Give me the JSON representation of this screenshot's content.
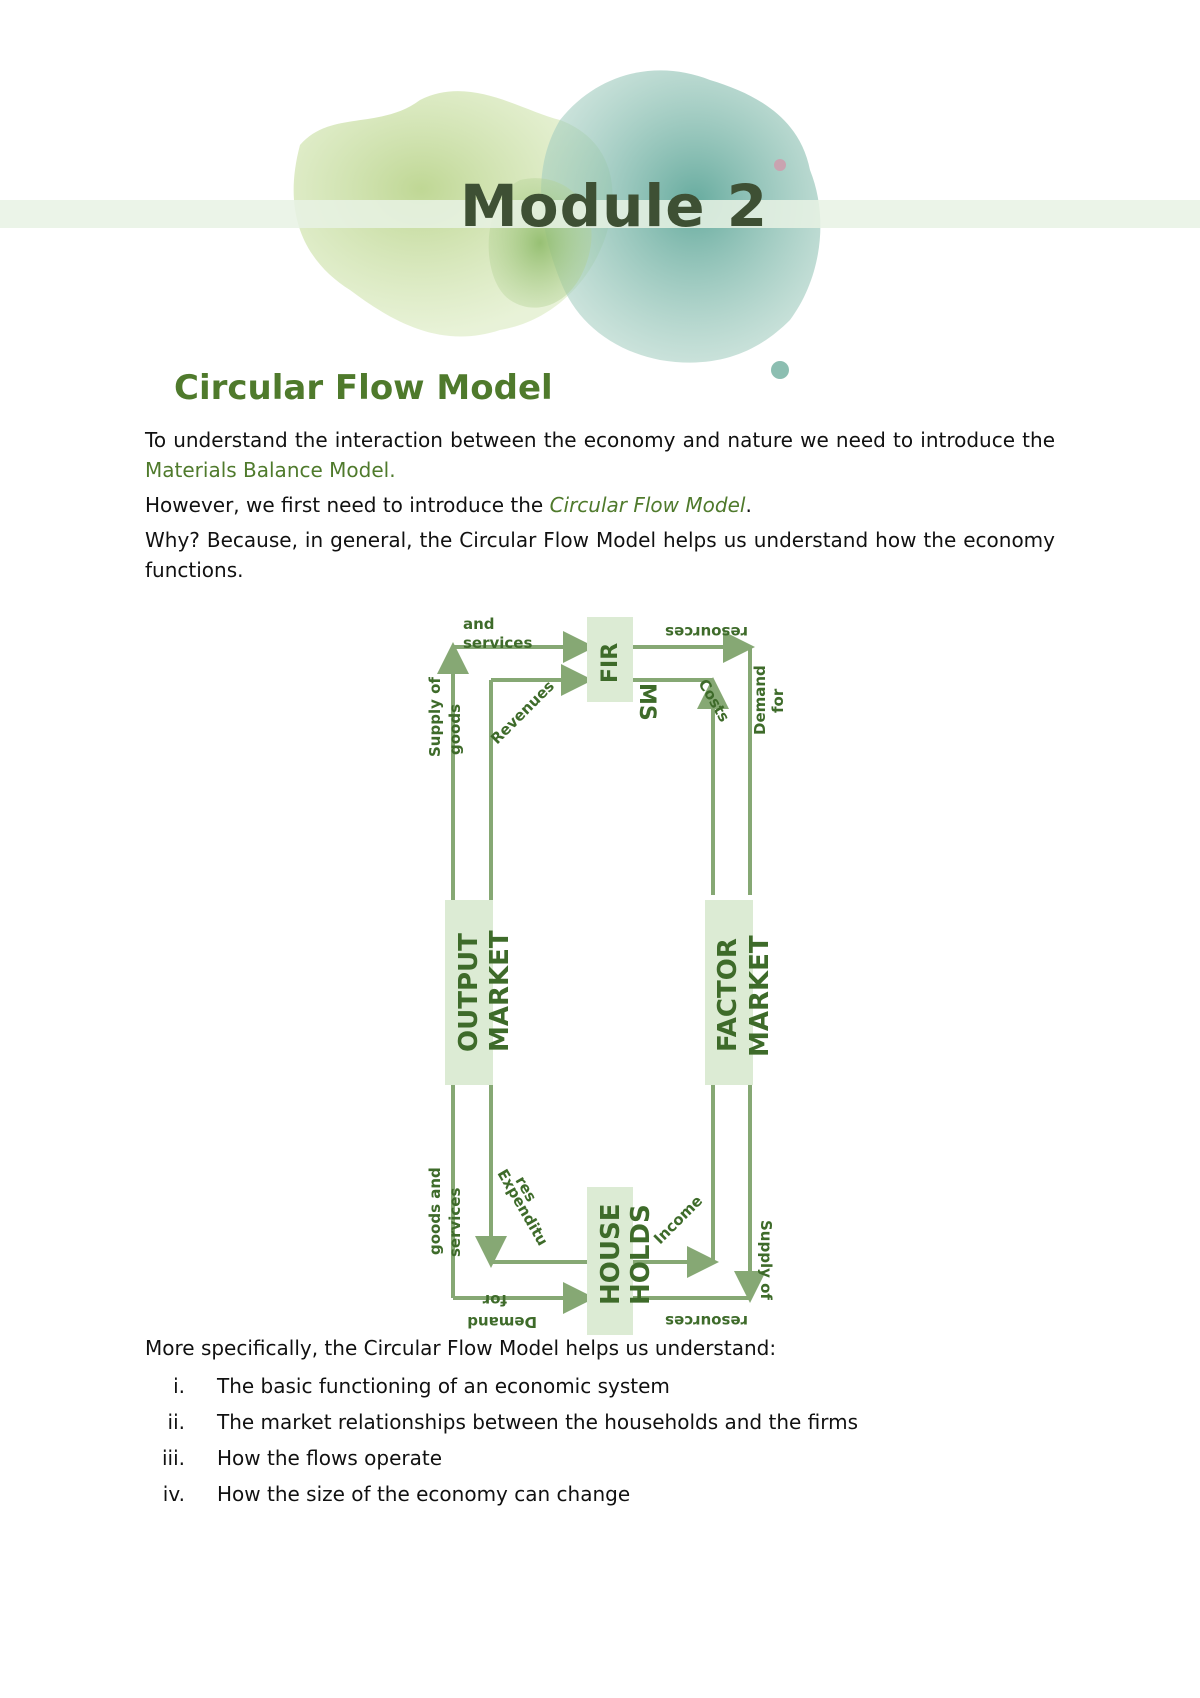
{
  "header": {
    "module_title": "Module 2"
  },
  "section": {
    "heading": "Circular Flow Model"
  },
  "intro": {
    "p1_text": "To understand the interaction between the economy and nature we need to introduce the ",
    "p1_link": "Materials Balance Model.",
    "p2_text": "However, we first need to introduce the ",
    "p2_link": "Circular Flow Model",
    "p2_end": ".",
    "p3": "Why? Because, in general, the Circular Flow Model helps us understand how the economy functions."
  },
  "diagram": {
    "firms_line1": "FIR",
    "firms_line2": "MS",
    "output_line1": "OUTPUT",
    "output_line2": "MARKET",
    "factor_line1": "FACTOR",
    "factor_line2": "MARKET",
    "households_line1": "HOUSE",
    "households_line2": "HOLDS",
    "label_and_services": "and",
    "label_services": "services",
    "label_supply_of": "Supply of",
    "label_goods": "goods",
    "label_revenues": "Revenues",
    "label_resources_top": "resources",
    "label_demand": "Demand",
    "label_for": "for",
    "label_costs": "Costs",
    "label_goods_and": "goods and",
    "label_services_bottom": "services",
    "label_demand_bottom": "Demand",
    "label_for_bottom": "for",
    "label_expenditu": "Expenditu",
    "label_res": "res",
    "label_income": "Income",
    "label_resources_bottom": "resources",
    "label_supply_of_bottom": "Supply of",
    "colors": {
      "box_fill": "#dcebd4",
      "arrow": "#86a874",
      "text": "#3e6b2a"
    }
  },
  "list_intro": "More specifically, the Circular Flow Model helps us understand:",
  "list": [
    {
      "num": "i.",
      "text": "The basic functioning of an economic system"
    },
    {
      "num": "ii.",
      "text": "The market relationships between the households and the firms"
    },
    {
      "num": "iii.",
      "text": "How the flows operate"
    },
    {
      "num": "iv.",
      "text": "How the size of the economy can change"
    }
  ]
}
